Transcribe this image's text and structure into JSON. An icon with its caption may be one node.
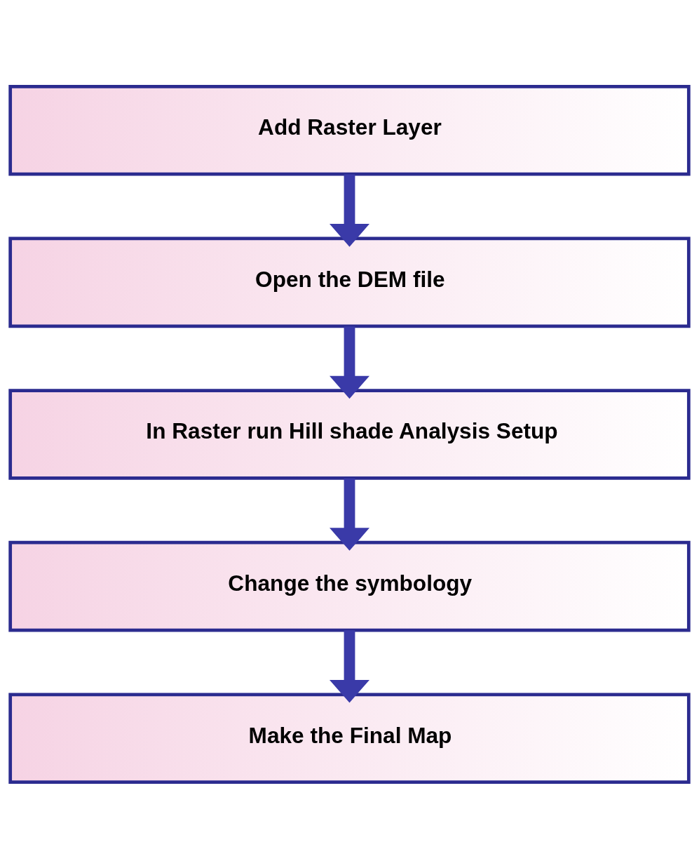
{
  "diagram": {
    "nodes": [
      {
        "text": [
          "Add Raster Layer"
        ]
      },
      {
        "text": [
          "Open the DEM file"
        ]
      },
      {
        "text": [
          "In Raster run Hill shade Analysis Setup"
        ]
      },
      {
        "text": [
          "Change the symbology"
        ]
      },
      {
        "text": [
          "Make the Final Map"
        ]
      }
    ],
    "edges": [
      {
        "from": 0,
        "to": 1,
        "arrow": "to"
      },
      {
        "from": 1,
        "to": 2,
        "arrow": "to"
      },
      {
        "from": 2,
        "to": 3,
        "arrow": "to"
      },
      {
        "from": 3,
        "to": 4,
        "arrow": "to"
      }
    ]
  }
}
